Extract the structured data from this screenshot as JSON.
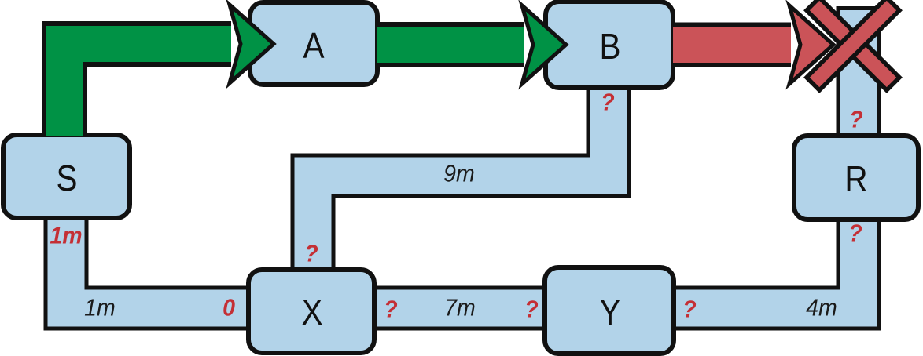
{
  "diagram": {
    "title": "network-path-diagram",
    "nodes": [
      {
        "id": "S",
        "label": "S"
      },
      {
        "id": "A",
        "label": "A"
      },
      {
        "id": "B",
        "label": "B"
      },
      {
        "id": "R",
        "label": "R"
      },
      {
        "id": "X",
        "label": "X"
      },
      {
        "id": "Y",
        "label": "Y"
      }
    ],
    "edge_labels": [
      {
        "text": "1m",
        "color": "red",
        "edge": "s-down"
      },
      {
        "text": "1m",
        "color": "black",
        "edge": "s-to-x"
      },
      {
        "text": "0",
        "color": "red",
        "edge": "x-left-port"
      },
      {
        "text": "?",
        "color": "red",
        "edge": "x-right-port"
      },
      {
        "text": "7m",
        "color": "black",
        "edge": "x-to-y"
      },
      {
        "text": "?",
        "color": "red",
        "edge": "y-left-port"
      },
      {
        "text": "?",
        "color": "red",
        "edge": "y-right-port"
      },
      {
        "text": "4m",
        "color": "black",
        "edge": "y-to-r"
      },
      {
        "text": "?",
        "color": "red",
        "edge": "r-bottom-port"
      },
      {
        "text": "?",
        "color": "red",
        "edge": "r-top-port"
      },
      {
        "text": "?",
        "color": "red",
        "edge": "b-bottom-port"
      },
      {
        "text": "9m",
        "color": "black",
        "edge": "b-to-x"
      },
      {
        "text": "?",
        "color": "red",
        "edge": "x-top-port"
      }
    ],
    "icons": {
      "success_path": "green-arrow",
      "failure_mark": "red-x-cross"
    },
    "colors": {
      "background": "#ffffff",
      "node_fill": "#b2d3e9",
      "path_fill": "#b2d3e9",
      "outline": "#111111",
      "arrow_green": "#009245",
      "arrow_red": "#cb5358",
      "label_red": "#c42f35",
      "label_black": "#1a1a1a"
    }
  }
}
